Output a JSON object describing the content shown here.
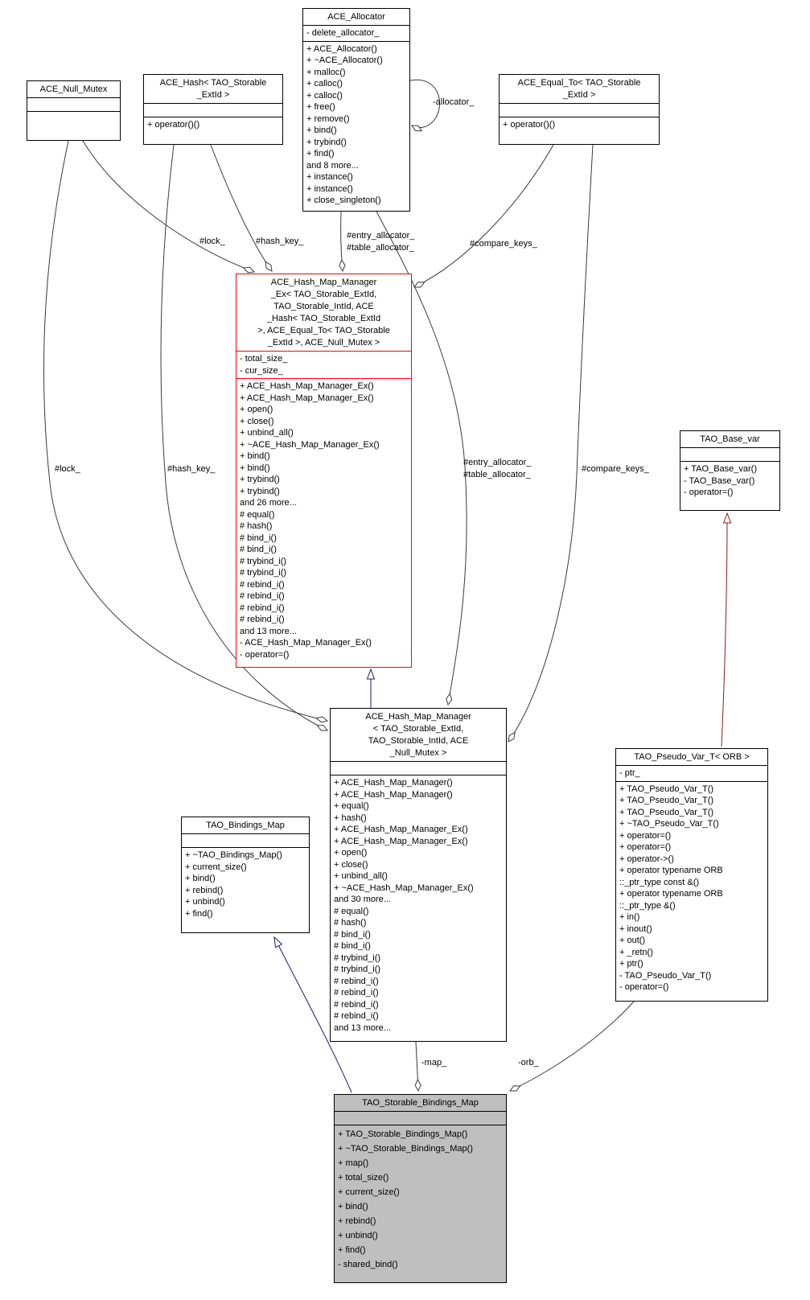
{
  "colors": {
    "edge": "#3a3a3a",
    "inherit-blue": "#191970",
    "inherit-red": "#8b1a1a",
    "highlight-border": "#ff0000",
    "selected-fill": "#bfbfbf",
    "box-border": "#000000",
    "box-fill": "#ffffff"
  },
  "classes": [
    {
      "name": "ACE_Allocator",
      "title": "ACE_Allocator",
      "attrs": [
        "- delete_allocator_"
      ],
      "methods": [
        "+ ACE_Allocator()",
        "+ ~ACE_Allocator()",
        "+ malloc()",
        "+ calloc()",
        "+ calloc()",
        "+ free()",
        "+ remove()",
        "+ bind()",
        "+ trybind()",
        "+ find()",
        "and 8 more...",
        "+ instance()",
        "+ instance()",
        "+ close_singleton()"
      ]
    },
    {
      "name": "ACE_Null_Mutex",
      "title": "ACE_Null_Mutex",
      "attrs": [],
      "methods": []
    },
    {
      "name": "ACE_Hash< TAO_Storable_ExtId >",
      "title": "ACE_Hash< TAO_Storable\n_ExtId >",
      "attrs": [],
      "methods": [
        "+ operator()()"
      ]
    },
    {
      "name": "ACE_Equal_To< TAO_Storable_ExtId >",
      "title": "ACE_Equal_To< TAO_Storable\n_ExtId >",
      "attrs": [],
      "methods": [
        "+ operator()()"
      ]
    },
    {
      "name": "ACE_Hash_Map_Manager_Ex",
      "title": "ACE_Hash_Map_Manager\n_Ex< TAO_Storable_ExtId,\nTAO_Storable_IntId, ACE\n_Hash< TAO_Storable_ExtId\n>, ACE_Equal_To< TAO_Storable\n_ExtId >, ACE_Null_Mutex >",
      "attrs": [
        "- total_size_",
        "- cur_size_"
      ],
      "methods": [
        "+ ACE_Hash_Map_Manager_Ex()",
        "+ ACE_Hash_Map_Manager_Ex()",
        "+ open()",
        "+ close()",
        "+ unbind_all()",
        "+ ~ACE_Hash_Map_Manager_Ex()",
        "+ bind()",
        "+ bind()",
        "+ trybind()",
        "+ trybind()",
        "and 26 more...",
        "# equal()",
        "# hash()",
        "# bind_i()",
        "# bind_i()",
        "# trybind_i()",
        "# trybind_i()",
        "# rebind_i()",
        "# rebind_i()",
        "# rebind_i()",
        "# rebind_i()",
        "and 13 more...",
        "- ACE_Hash_Map_Manager_Ex()",
        "- operator=()"
      ]
    },
    {
      "name": "TAO_Base_var",
      "title": "TAO_Base_var",
      "attrs": [],
      "methods": [
        "+ TAO_Base_var()",
        "- TAO_Base_var()",
        "- operator=()"
      ]
    },
    {
      "name": "ACE_Hash_Map_Manager",
      "title": "ACE_Hash_Map_Manager\n< TAO_Storable_ExtId,\nTAO_Storable_IntId, ACE\n_Null_Mutex >",
      "attrs": [],
      "methods": [
        "+ ACE_Hash_Map_Manager()",
        "+ ACE_Hash_Map_Manager()",
        "+ equal()",
        "+ hash()",
        "+ ACE_Hash_Map_Manager_Ex()",
        "+ ACE_Hash_Map_Manager_Ex()",
        "+ open()",
        "+ close()",
        "+ unbind_all()",
        "+ ~ACE_Hash_Map_Manager_Ex()",
        "and 30 more...",
        "# equal()",
        "# hash()",
        "# bind_i()",
        "# bind_i()",
        "# trybind_i()",
        "# trybind_i()",
        "# rebind_i()",
        "# rebind_i()",
        "# rebind_i()",
        "# rebind_i()",
        "and 13 more..."
      ]
    },
    {
      "name": "TAO_Pseudo_Var_T< ORB >",
      "title": "TAO_Pseudo_Var_T< ORB >",
      "attrs": [
        "- ptr_"
      ],
      "methods": [
        "+ TAO_Pseudo_Var_T()",
        "+ TAO_Pseudo_Var_T()",
        "+ TAO_Pseudo_Var_T()",
        "+ ~TAO_Pseudo_Var_T()",
        "+ operator=()",
        "+ operator=()",
        "+ operator->()",
        "+ operator typename ORB",
        "::_ptr_type const &()",
        "+ operator typename ORB",
        "::_ptr_type &()",
        "+ in()",
        "+ inout()",
        "+ out()",
        "+ _retn()",
        "+ ptr()",
        "- TAO_Pseudo_Var_T()",
        "- operator=()"
      ]
    },
    {
      "name": "TAO_Bindings_Map",
      "title": "TAO_Bindings_Map",
      "attrs": [],
      "methods": [
        "+ ~TAO_Bindings_Map()",
        "+ current_size()",
        "+ bind()",
        "+ rebind()",
        "+ unbind()",
        "+ find()"
      ]
    },
    {
      "name": "TAO_Storable_Bindings_Map",
      "title": "TAO_Storable_Bindings_Map",
      "attrs": [],
      "methods": [
        "+ TAO_Storable_Bindings_Map()",
        "+ ~TAO_Storable_Bindings_Map()",
        "+ map()",
        "+ total_size()",
        "+ current_size()",
        "+ bind()",
        "+ rebind()",
        "+ unbind()",
        "+ find()",
        "- shared_bind()"
      ]
    }
  ],
  "edge_labels": {
    "allocator_self": "-allocator_",
    "lock_ex": "#lock_",
    "hash_key_ex": "#hash_key_",
    "entry_table_ex": "#entry_allocator_\n#table_allocator_",
    "compare_keys_ex": "#compare_keys_",
    "lock_mgr": "#lock_",
    "hash_key_mgr": "#hash_key_",
    "entry_table_mgr": "#entry_allocator_\n#table_allocator_",
    "compare_keys_mgr": "#compare_keys_",
    "map": "-map_",
    "orb": "-orb_"
  }
}
